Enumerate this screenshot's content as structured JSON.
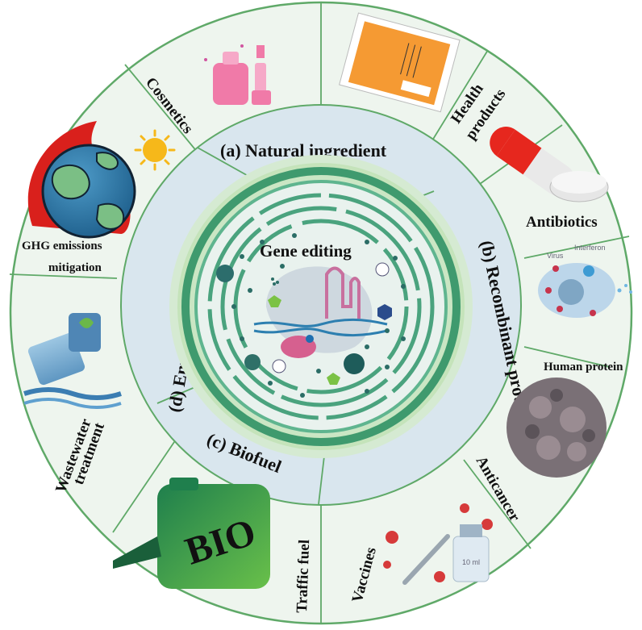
{
  "center": {
    "title": "Gene editing"
  },
  "sectors": {
    "a": "(a) Natural ingredient",
    "b": "(b) Recombinant protein",
    "c": "(c) Biofuel",
    "d": "(d) Environment treatment"
  },
  "applications": {
    "cosmetics": "Cosmetics",
    "health_1": "Health",
    "health_2": "products",
    "antibiotics": "Antibiotics",
    "human_protein": "Human protein",
    "anticancer": "Anticancer",
    "vaccines": "Vaccines",
    "traffic_fuel": "Traffic fuel",
    "wastewater_1": "Wastewater",
    "wastewater_2": "treatment",
    "ghg_1": "GHG emissions",
    "ghg_2": "mitigation"
  },
  "icon_text": {
    "bio_can": "BIO",
    "virus": "Virus",
    "interferon": "Interferon",
    "vial": "10 ml"
  },
  "colors": {
    "ring_border": "#5fa968",
    "outer_fill": "#eef5ee",
    "middle_fill": "#d9e6ee",
    "cell_green": "#3f9a6e",
    "cell_teal": "#2b6d66"
  }
}
